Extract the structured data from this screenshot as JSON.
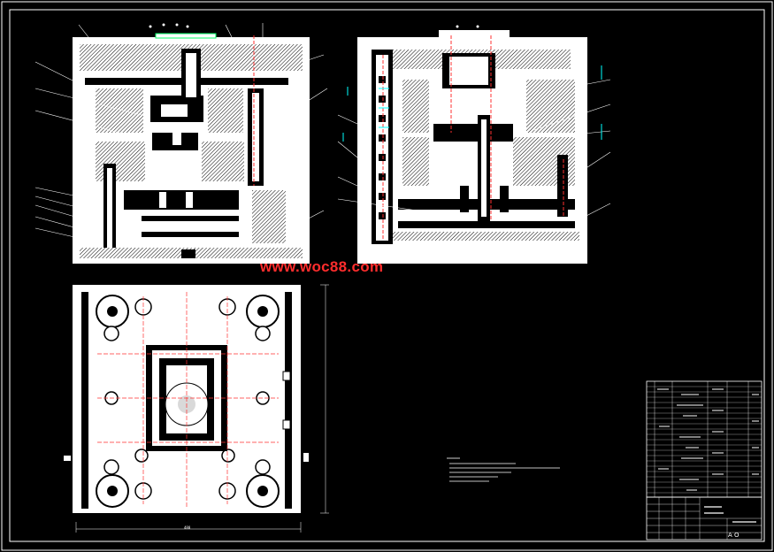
{
  "watermark": "www.woc88.com",
  "title_block": {
    "scale": "A O"
  },
  "dimension_label": "480",
  "colors": {
    "background": "#000000",
    "line": "#ffffff",
    "centerline": "#ff3030",
    "watermark": "#ff2d2d",
    "accent": "#00ffff"
  }
}
